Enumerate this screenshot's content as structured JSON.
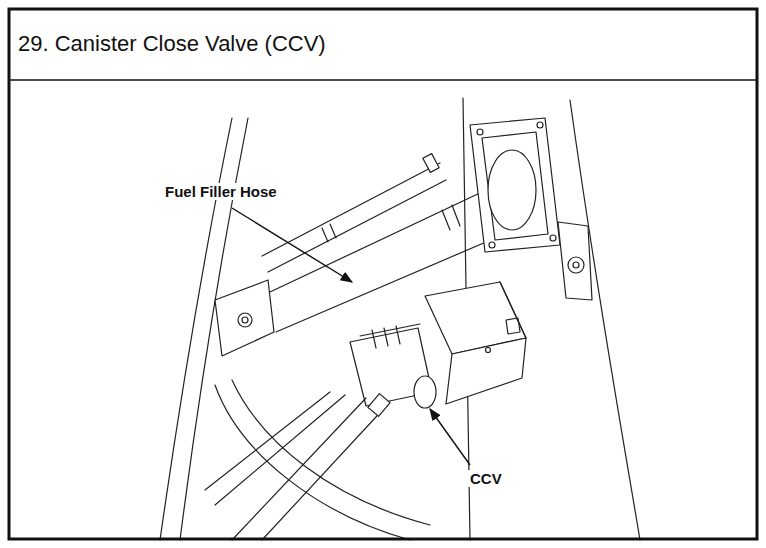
{
  "diagram": {
    "title": "29. Canister Close Valve (CCV)",
    "labels": [
      "Fuel Filler Hose",
      "CCV"
    ]
  }
}
